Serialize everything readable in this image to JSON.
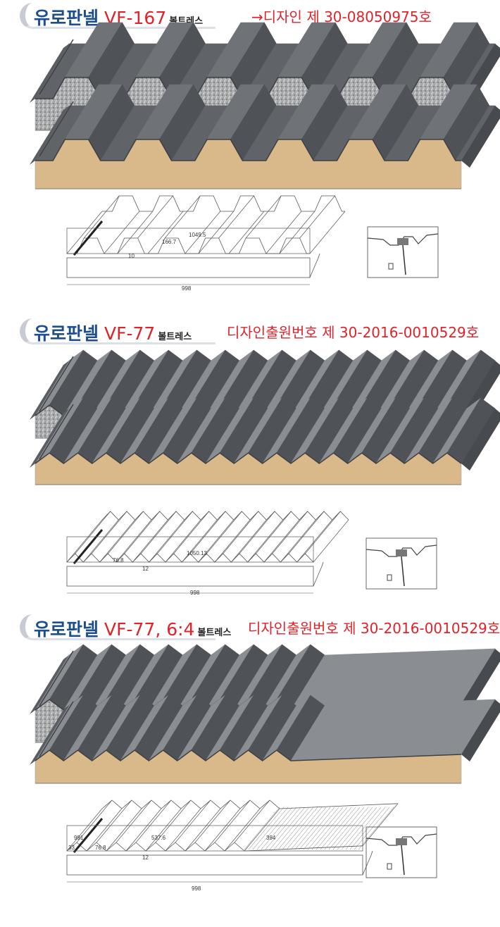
{
  "sections": [
    {
      "title": "유로판넬",
      "model": "VF-167",
      "subtitle": "볼트레스",
      "design": "→디자인 제 30-08050975호",
      "dims": {
        "width": "998",
        "length": "1049.5",
        "pitch": "166.7",
        "height": "10"
      }
    },
    {
      "title": "유로판넬",
      "model": "VF-77",
      "subtitle": "볼트레스",
      "design": "디자인출원번호 제 30-2016-0010529호",
      "dims": {
        "width": "998",
        "length": "1050.13",
        "pitch": "76.8",
        "height": "12"
      }
    },
    {
      "title": "유로판넬",
      "model": "VF-77, 6:4",
      "subtitle": "볼트레스",
      "design": "디자인출원번호 제 30-2016-0010529호",
      "dims": {
        "width": "998",
        "left": "991",
        "edge": "33",
        "pitch": "76.8",
        "ribbed": "537.6",
        "flat": "394",
        "height": "12"
      }
    }
  ],
  "colors": {
    "title": "#1e4f8c",
    "accent": "#e0222a",
    "sheet": "#6b6e72",
    "core_foam": "#a9abad",
    "core_pu": "#d9b98a"
  }
}
